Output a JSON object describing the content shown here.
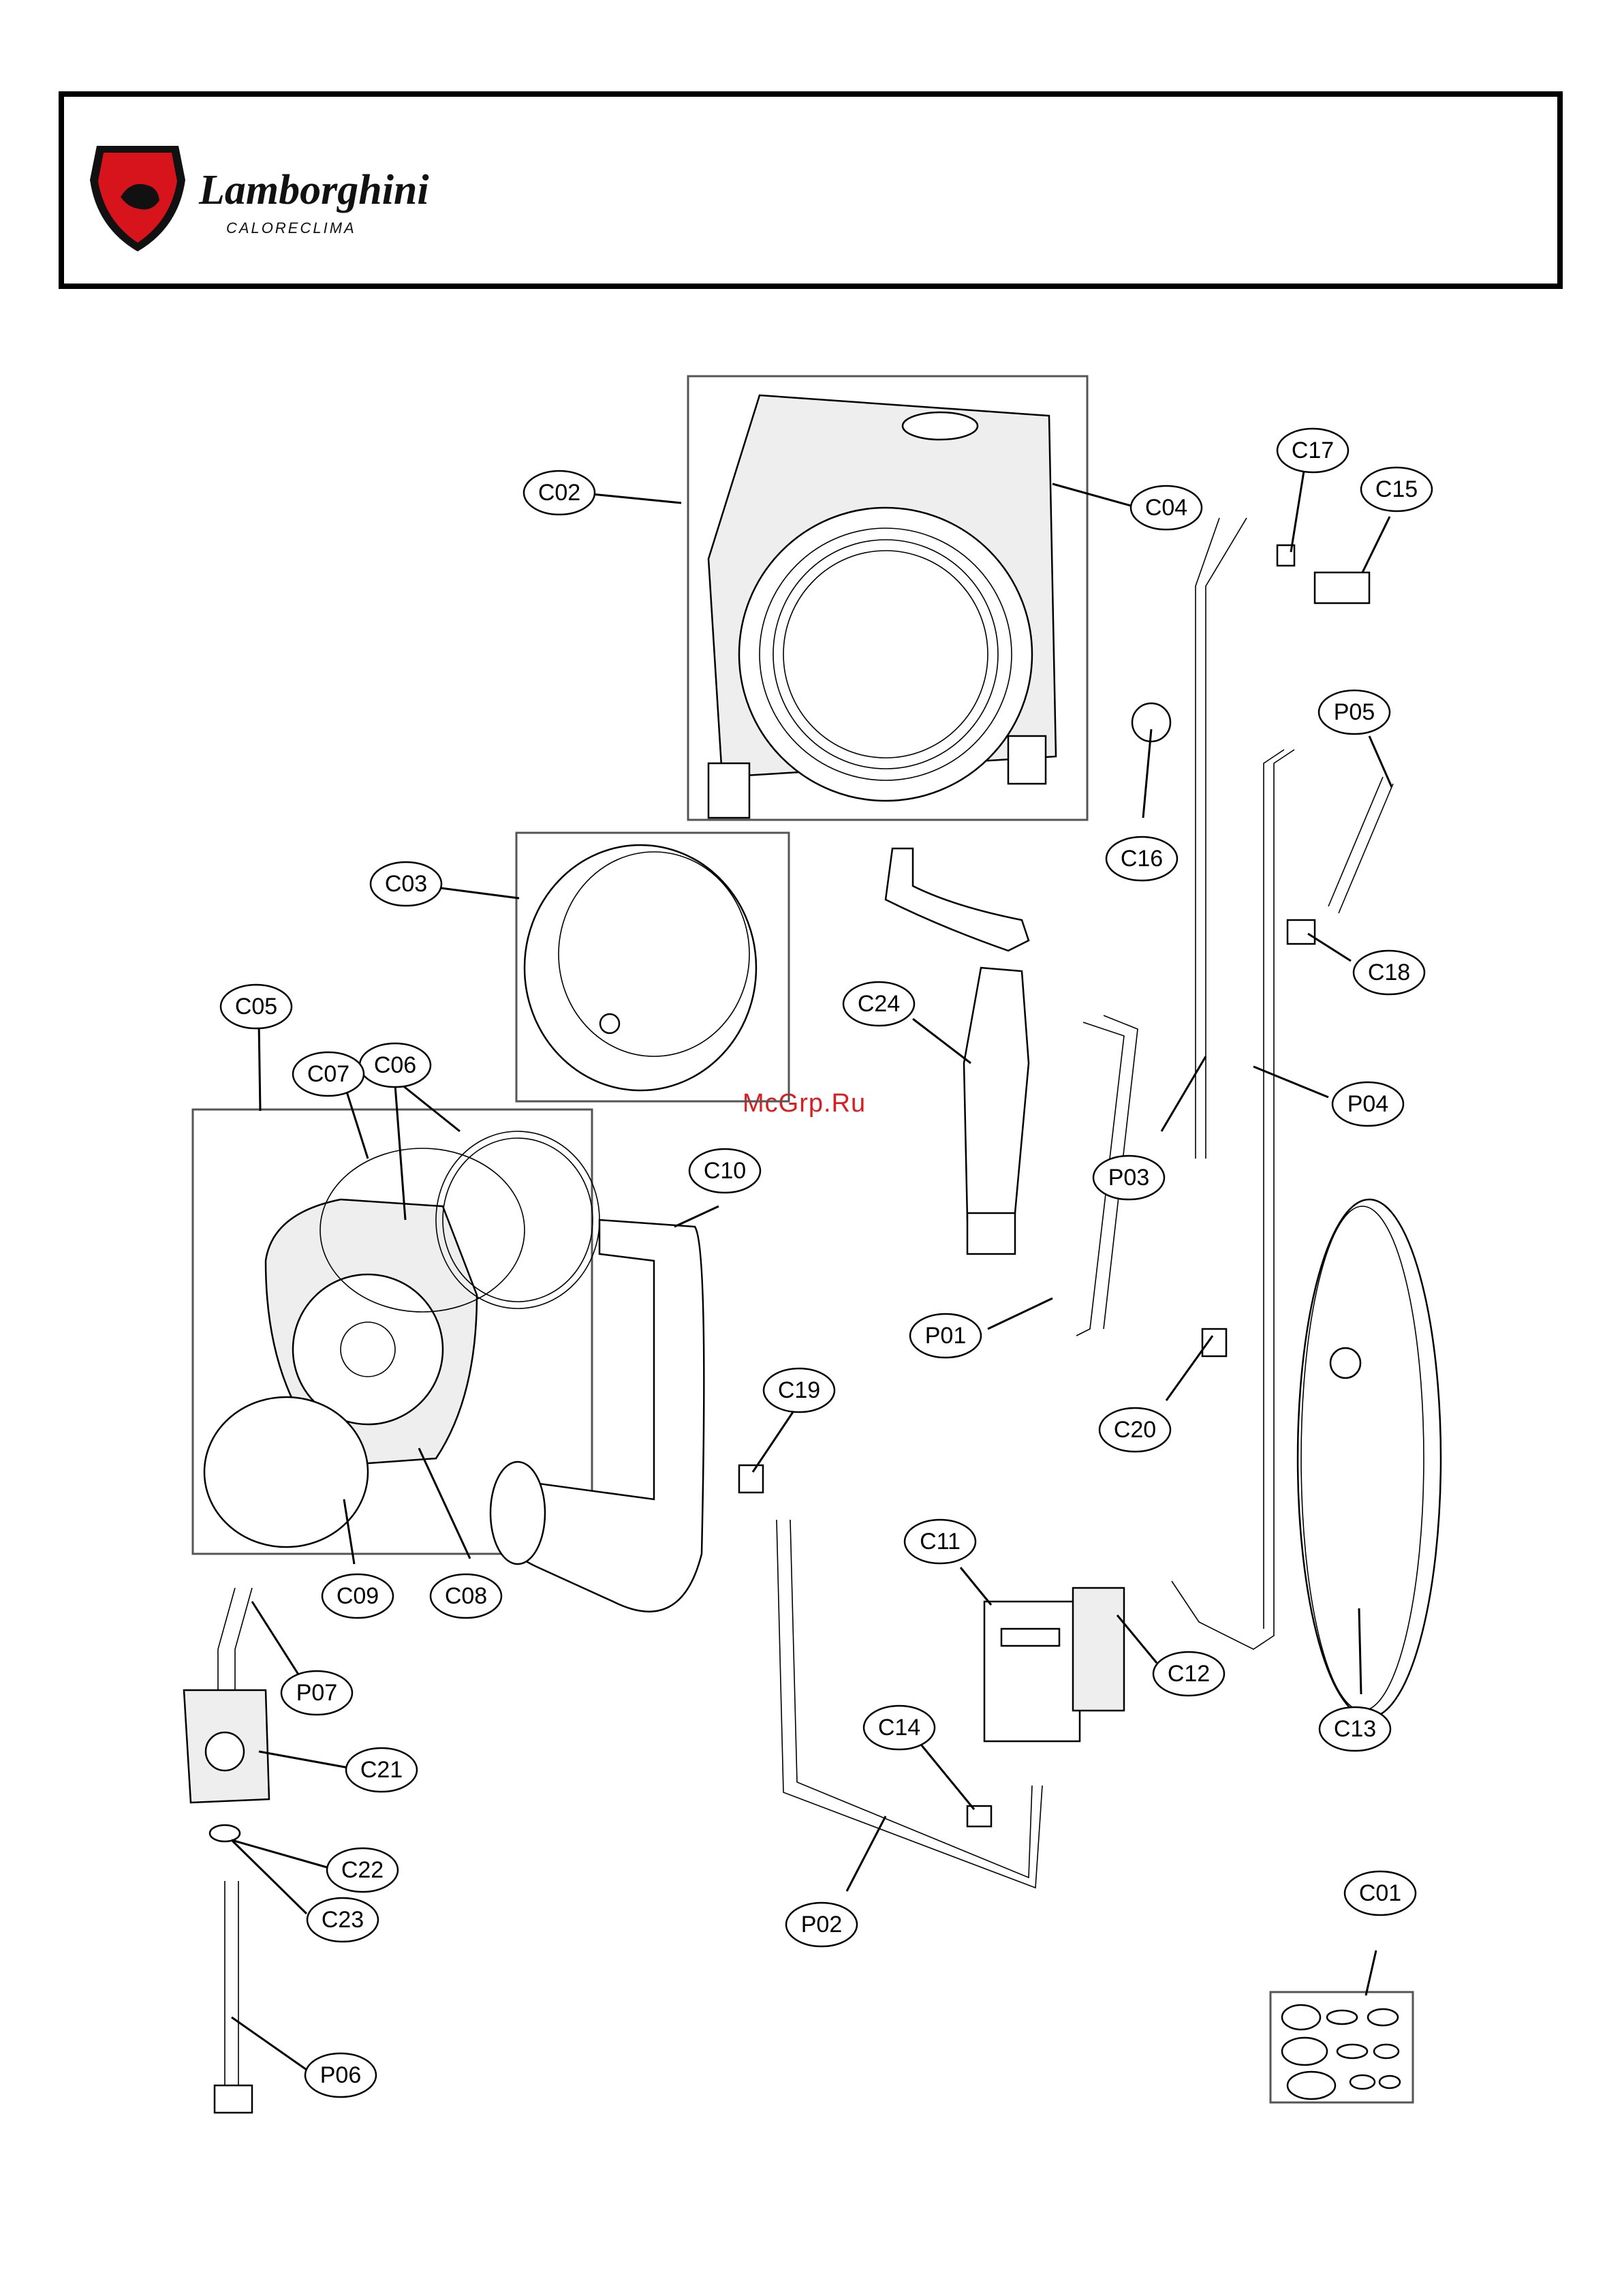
{
  "brand": {
    "name": "Lamborghini",
    "sub": "CALORECLIMA",
    "colors": {
      "shield_red": "#d7141c",
      "shield_dark": "#111111"
    }
  },
  "watermark": "McGrp.Ru",
  "labels": [
    "C01",
    "C02",
    "C03",
    "C04",
    "C05",
    "C06",
    "C07",
    "C08",
    "C09",
    "C10",
    "C11",
    "C12",
    "C13",
    "C14",
    "C15",
    "C16",
    "C17",
    "C18",
    "C19",
    "C20",
    "C21",
    "C22",
    "C23",
    "C24",
    "P01",
    "P02",
    "P03",
    "P04",
    "P05",
    "P06",
    "P07"
  ]
}
